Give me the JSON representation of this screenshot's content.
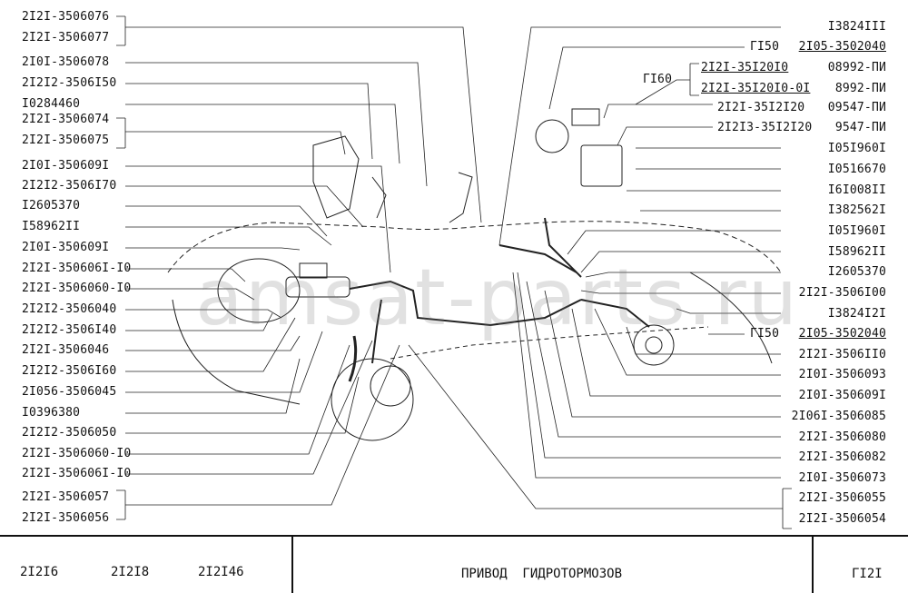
{
  "left_labels": [
    "2I2I-3506076",
    "2I2I-3506077",
    "2I0I-3506078",
    "2I2I2-3506I50",
    "I0284460",
    "2I2I-3506074",
    "2I2I-3506075",
    "2I0I-350609I",
    "2I2I2-3506I70",
    "I2605370",
    "I58962II",
    "2I0I-350609I",
    "2I2I-350606I-I0",
    "2I2I-3506060-I0",
    "2I2I2-3506040",
    "2I2I2-3506I40",
    "2I2I-3506046",
    "2I2I2-3506I60",
    "2I056-3506045",
    "I0396380",
    "2I2I2-3506050",
    "2I2I-3506060-I0",
    "2I2I-350606I-I0",
    "2I2I-3506057",
    "2I2I-3506056"
  ],
  "right_top": {
    "r1": "I3824III",
    "r2_code": "ГI50",
    "r2_part": "2I05-3502040",
    "g160": "ГI60",
    "g160_a": "2I2I-35I20I0",
    "g160_a_suffix": "08992-ПИ",
    "g160_b": "2I2I-35I20I0-0I",
    "g160_b_suffix": "8992-ПИ",
    "r5": "2I2I-35I2I20",
    "r5_suffix": "09547-ПИ",
    "r6": "2I2I3-35I2I20",
    "r6_suffix": "9547-ПИ"
  },
  "right_labels": [
    "I05I960I",
    "I0516670",
    "I6I008II",
    "I382562I",
    "I05I960I",
    "I58962II",
    "I2605370",
    "2I2I-3506I00",
    "I3824I2I"
  ],
  "right_mid": {
    "code": "ГI50",
    "part": "2I05-3502040"
  },
  "right_bottom": [
    "2I2I-3506II0",
    "2I0I-3506093",
    "2I0I-350609I",
    "2I06I-3506085",
    "2I2I-3506080",
    "2I2I-3506082",
    "2I0I-3506073",
    "2I2I-3506055",
    "2I2I-3506054"
  ],
  "watermark": "amsat-parts.ru",
  "footer": {
    "models": [
      "2I2I6",
      "2I2I8",
      "2I2I46"
    ],
    "title": "ПРИВОД  ГИДРОТОРМОЗОВ",
    "sheet": "ГI2I"
  }
}
